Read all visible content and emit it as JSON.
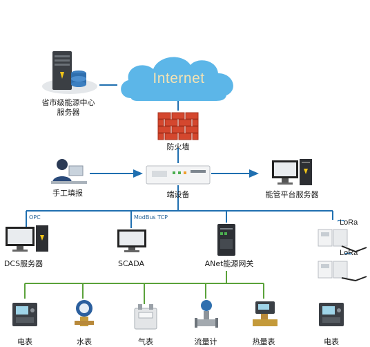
{
  "nodes": {
    "provincial_center": "省市级能源中心\n服务器",
    "internet": "Internet",
    "firewall": "防火墙",
    "manual_entry": "手工填报",
    "edge_device": "端设备",
    "platform_server": "能管平台服务器",
    "dcs_server": "DCS服务器",
    "scada": "SCADA",
    "anet_gateway": "ANet能源网关",
    "lora_1": "LoRa",
    "lora_2": "LoRa"
  },
  "links": {
    "opc": "OPC",
    "modbus": "ModBus TCP"
  },
  "meters": {
    "electric_1": "电表",
    "water": "水表",
    "gas": "气表",
    "flow": "流量计",
    "heat": "热量表",
    "electric_2": "电表"
  },
  "colors": {
    "blue_line": "#1f6fb0",
    "green_line": "#5aa23a",
    "cloud": "#5cb6e8",
    "firewall": "#d4472e"
  }
}
